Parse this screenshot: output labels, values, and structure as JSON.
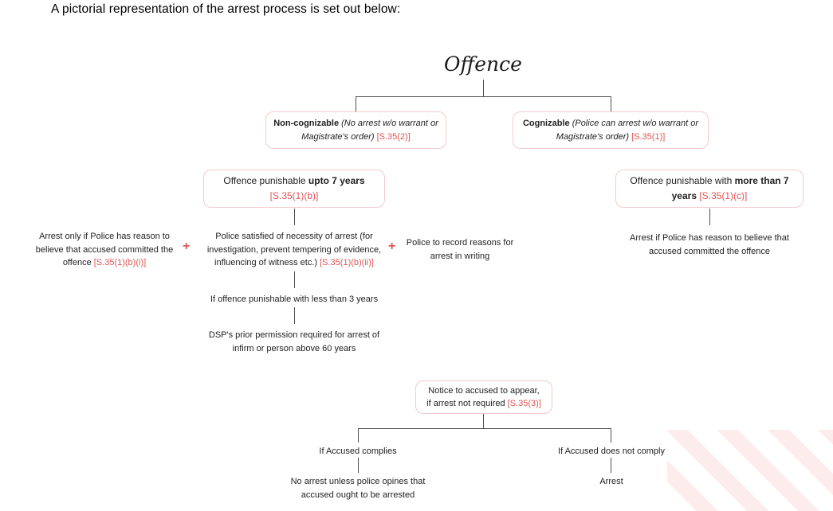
{
  "document": {
    "heading": "A pictorial representation of the arrest process is set out below:"
  },
  "colors": {
    "citation_red": "#e05454",
    "box_border_pink": "#f4cbcb",
    "connector_gray": "#4f4f4f",
    "watermark_pink": "#fdecec"
  },
  "flowchart": {
    "root_label": "Offence",
    "branch_non_cognizable": {
      "title": "Non-cognizable",
      "detail": "(No arrest w/o warrant or Magistrate's order)",
      "citation": "[S.35(2)]"
    },
    "branch_cognizable": {
      "title": "Cognizable",
      "detail": "(Police can arrest w/o warrant or Magistrate's order)",
      "citation": "[S.35(1)]"
    },
    "upto_7_years": {
      "text": "Offence punishable",
      "bold": "upto 7 years",
      "citation": "[S.35(1)(b)]"
    },
    "more_than_7_years": {
      "text": "Offence punishable with",
      "bold": "more than 7 years",
      "citation": "[S.35(1)(c)]"
    },
    "arrest_only_if": {
      "text": "Arrest only if Police has reason to believe that accused committed the offence",
      "citation": "[S.35(1)(b)(i)]"
    },
    "plus_sign": "+",
    "police_satisfied": {
      "text": "Police satisfied of necessity of arrest (for investigation, prevent tempering of evidence, influencing of witness etc.)",
      "citation": "[S.35(1)(b)(ii)]"
    },
    "record_reasons": "Police to record reasons for arrest in writing",
    "arrest_if_reason": "Arrest if Police has reason to believe that accused committed the offence",
    "less_than_3_years": "If offence punishable with less than 3 years",
    "dsp_permission": "DSP's prior permission required for arrest of infirm or person above 60 years",
    "notice": {
      "line1": "Notice to accused to appear,",
      "line2": "if arrest not required",
      "citation": "[S.35(3)]"
    },
    "complies": "If Accused complies",
    "does_not_comply": "If Accused does not comply",
    "no_arrest": "No arrest unless police opines that accused ought to be arrested",
    "arrest": "Arrest"
  }
}
